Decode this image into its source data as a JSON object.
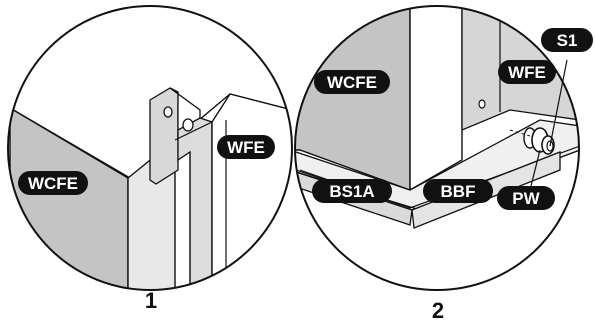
{
  "detail_1": {
    "labels": {
      "wcfe": "WCFE",
      "wfe": "WFE"
    },
    "number": "1"
  },
  "detail_2": {
    "labels": {
      "wcfe": "WCFE",
      "wfe": "WFE",
      "s1": "S1",
      "bs1a": "BS1A",
      "bbf": "BBF",
      "pw": "PW"
    },
    "number": "2"
  },
  "colors": {
    "panel_gray": "#c4c4c4",
    "badge": "#111111",
    "outline": "#111111"
  }
}
